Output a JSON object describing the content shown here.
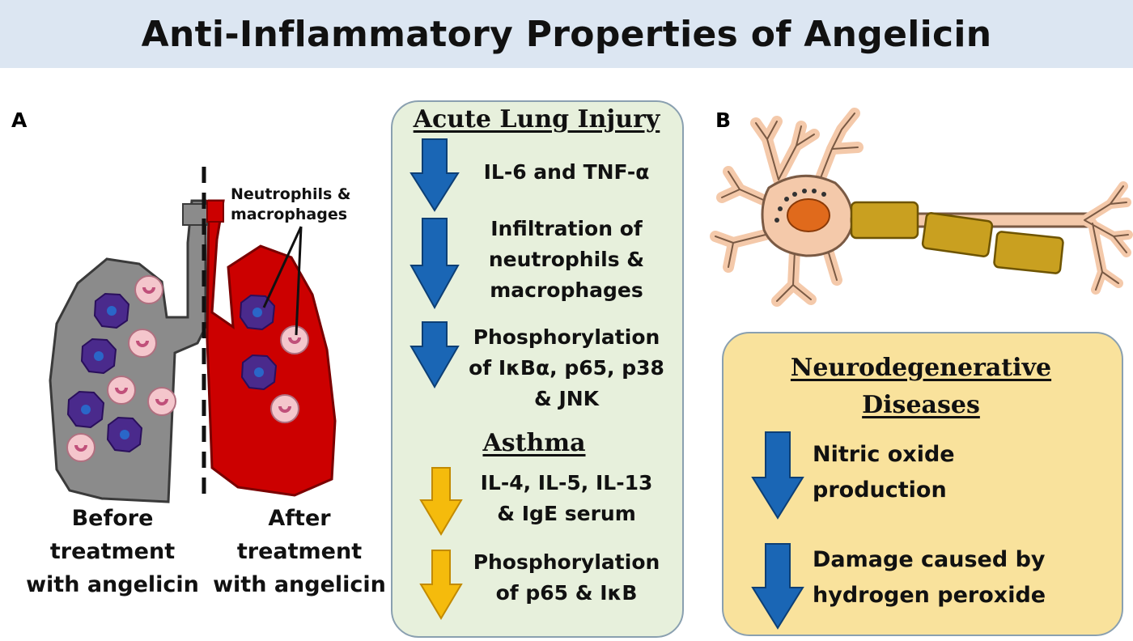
{
  "title": "Anti-Inflammatory Properties of Angelicin",
  "panel_a": {
    "letter": "A",
    "annotation": [
      "Neutrophils &",
      "macrophages"
    ],
    "before_caption": [
      "Before",
      "treatment",
      "with angelicin"
    ],
    "after_caption": [
      "After",
      "treatment",
      "with angelicin"
    ]
  },
  "lung_box": {
    "heading": "Acute Lung Injury",
    "items": [
      {
        "lines": [
          "IL-6 and TNF-α"
        ],
        "arrow": "blue"
      },
      {
        "lines": [
          "Infiltration of",
          "neutrophils &",
          "macrophages"
        ],
        "arrow": "blue"
      },
      {
        "lines": [
          "Phosphorylation",
          "of IκBα, p65, p38",
          "& JNK"
        ],
        "arrow": "blue"
      }
    ],
    "subheading": "Asthma",
    "asthma_items": [
      {
        "lines": [
          "IL-4, IL-5, IL-13",
          "& IgE serum"
        ],
        "arrow": "yellow"
      },
      {
        "lines": [
          "Phosphorylation",
          "of p65 & IκB"
        ],
        "arrow": "yellow"
      }
    ]
  },
  "panel_b": {
    "letter": "B",
    "heading": [
      "Neurodegenerative",
      "Diseases"
    ],
    "items": [
      {
        "lines": [
          "Nitric oxide",
          "production"
        ],
        "arrow": "blue"
      },
      {
        "lines": [
          "Damage caused by",
          "hydrogen peroxide"
        ],
        "arrow": "blue"
      }
    ]
  },
  "colors": {
    "banner": "#dce6f2",
    "lung_box": "#e7f0dc",
    "neuro_box": "#f9e29c",
    "down_arrow_blue": "#1a66b5",
    "down_arrow_yellow": "#f5bb0c",
    "lung_before": "#8b8b8b",
    "lung_after": "#cc0000",
    "macrophage": "#4a2a8c",
    "neutrophil": "#f4c6cc",
    "neuron": "#f4c9aa",
    "myelin": "#c9a020"
  }
}
